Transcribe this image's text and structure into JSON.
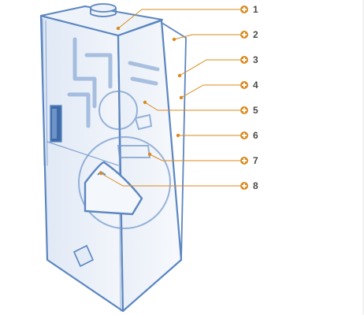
{
  "diagram": {
    "accent_color": "#d98a1e",
    "line_color": "#d98a1e",
    "sketch_color": "#5b86c0",
    "callouts": [
      {
        "label": "1"
      },
      {
        "label": "2"
      },
      {
        "label": "3"
      },
      {
        "label": "4"
      },
      {
        "label": "5"
      },
      {
        "label": "6"
      },
      {
        "label": "7"
      },
      {
        "label": "8"
      }
    ]
  }
}
